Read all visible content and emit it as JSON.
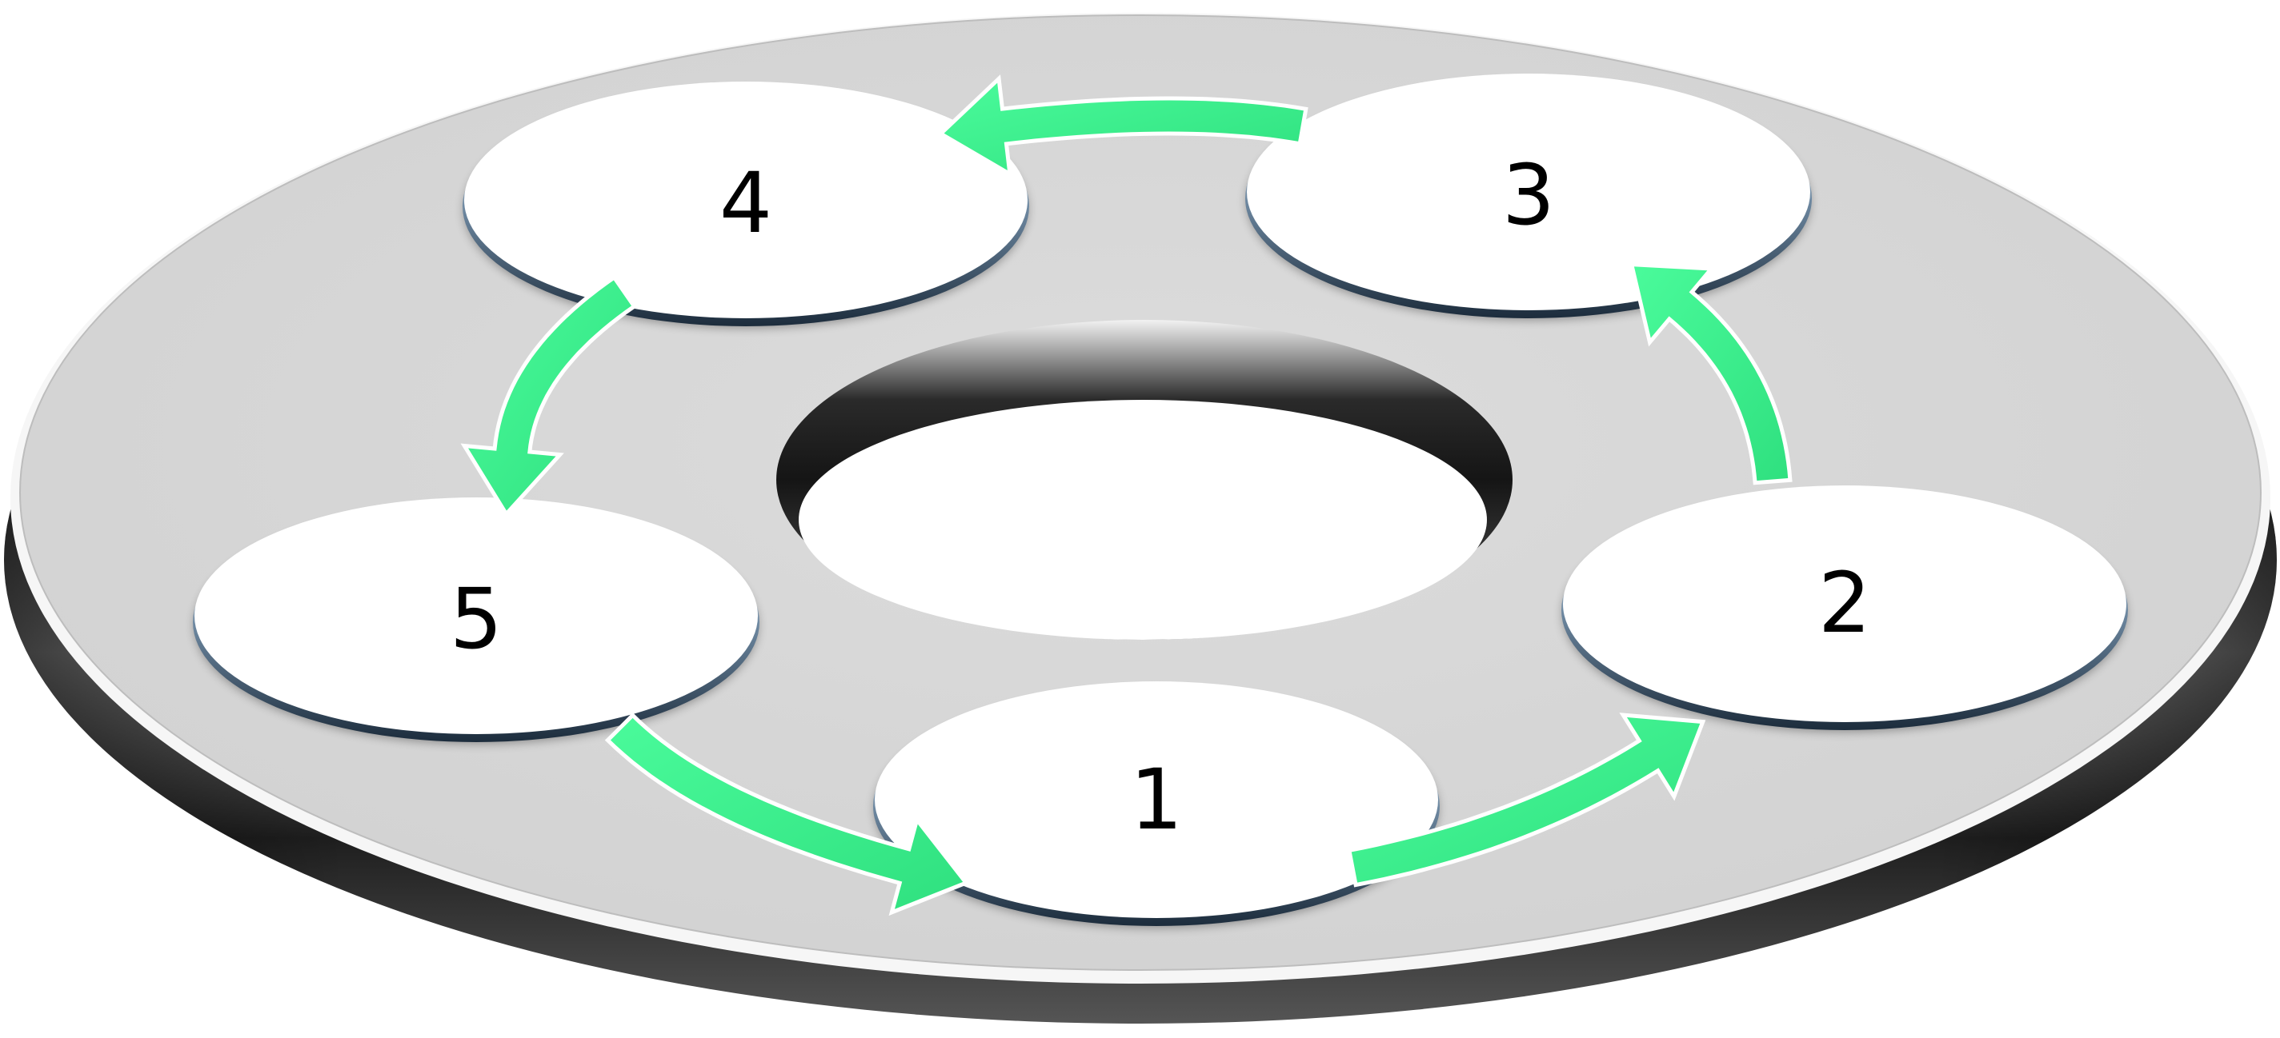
{
  "diagram": {
    "type": "cycle",
    "steps": [
      {
        "label": "1"
      },
      {
        "label": "2"
      },
      {
        "label": "3"
      },
      {
        "label": "4"
      },
      {
        "label": "5"
      }
    ],
    "flow": [
      {
        "from": "1",
        "to": "2"
      },
      {
        "from": "2",
        "to": "3"
      },
      {
        "from": "3",
        "to": "4"
      },
      {
        "from": "4",
        "to": "5"
      },
      {
        "from": "5",
        "to": "1"
      }
    ],
    "colors": {
      "platter": "#d6d6d6",
      "rim": "#2b2b2b",
      "node": "#ffffff",
      "arrow": "#3ef08f",
      "arrow_outline": "#ffffff",
      "text": "#000000"
    }
  }
}
